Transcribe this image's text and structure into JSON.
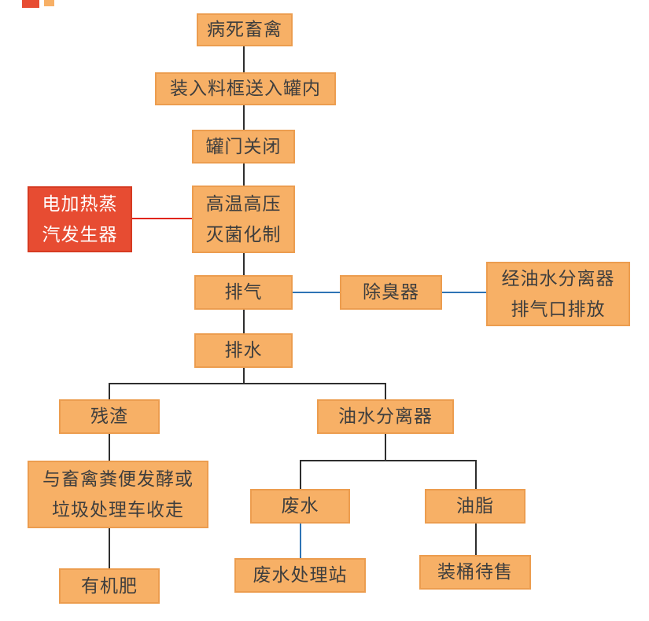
{
  "colors": {
    "node_fill": "#F7B066",
    "node_border": "#EC9D4F",
    "node_text": "#3E3E3E",
    "red_node_fill": "#E74C32",
    "red_node_text": "#FFFFFF",
    "connector_black": "#2E2E2E",
    "connector_red": "#E1251B",
    "connector_blue": "#2E74B5"
  },
  "nodes": {
    "dead_livestock": {
      "label": "病死畜禽"
    },
    "load_into_tank": {
      "label": "装入料框送入罐内"
    },
    "tank_door_closed": {
      "label": "罐门关闭"
    },
    "sterilization": {
      "label": "高温高压\n灭菌化制"
    },
    "steam_generator": {
      "label": "电加热蒸\n汽发生器"
    },
    "exhaust": {
      "label": "排气"
    },
    "deodorizer": {
      "label": "除臭器"
    },
    "exhaust_outlet": {
      "label": "经油水分离器\n排气口排放"
    },
    "drainage": {
      "label": "排水"
    },
    "residue": {
      "label": "残渣"
    },
    "oil_water_separator": {
      "label": "油水分离器"
    },
    "fermentation": {
      "label": "与畜禽粪便发酵或\n垃圾处理车收走"
    },
    "organic_fertilizer": {
      "label": "有机肥"
    },
    "wastewater": {
      "label": "废水"
    },
    "grease": {
      "label": "油脂"
    },
    "wastewater_station": {
      "label": "废水处理站"
    },
    "barreled_for_sale": {
      "label": "装桶待售"
    }
  }
}
